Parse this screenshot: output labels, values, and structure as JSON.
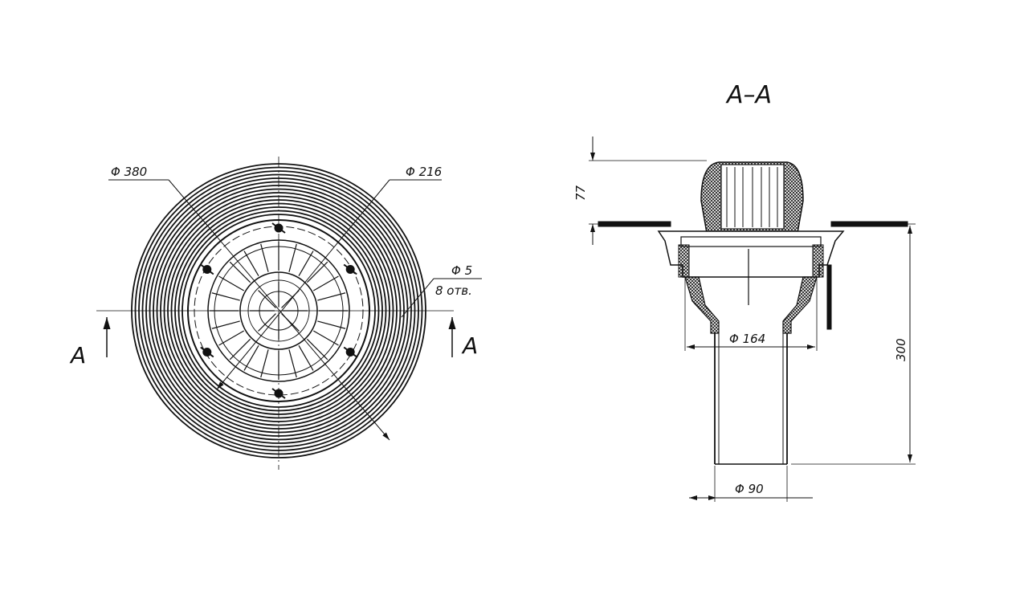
{
  "plan_view": {
    "dim_outer": "Φ 380",
    "dim_inner": "Φ 216",
    "dim_holes": "Φ 5",
    "holes_note": "8 отв.",
    "section_mark_left": "A",
    "section_mark_right": "A"
  },
  "section_view": {
    "title": "A–A",
    "dim_top_height": "77",
    "dim_total_height": "300",
    "dim_body": "Φ 164",
    "dim_pipe": "Φ 90"
  },
  "colors": {
    "line": "#111111",
    "background": "#ffffff"
  }
}
